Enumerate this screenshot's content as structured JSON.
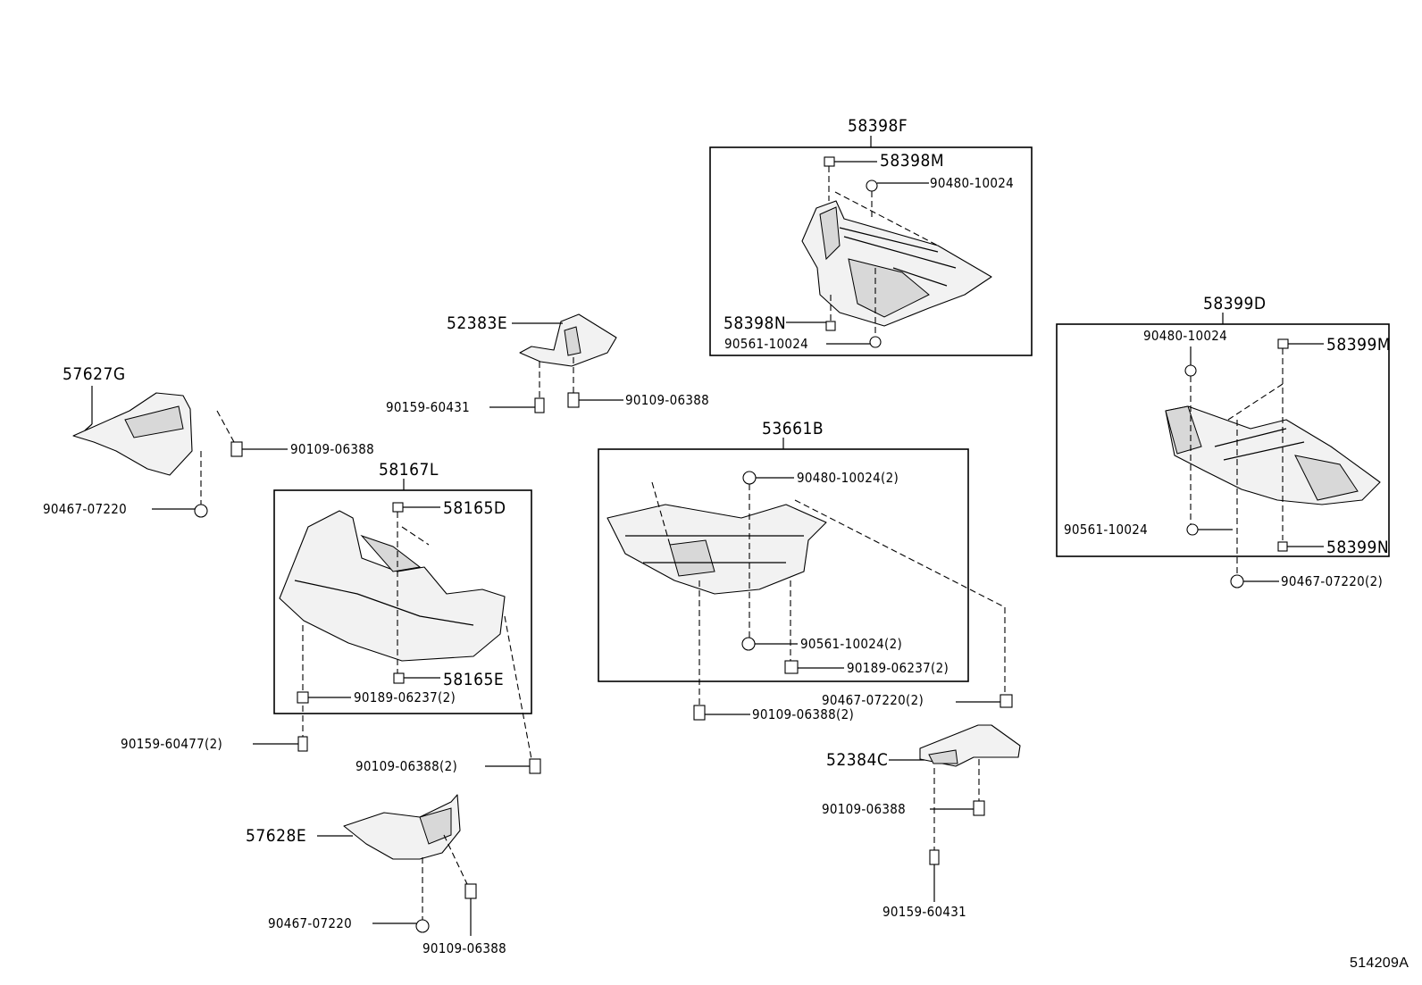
{
  "diagram": {
    "ref_code": "514209A",
    "labels": {
      "p58398F": "58398F",
      "p58398M": "58398M",
      "p90480_10024_a": "90480-10024",
      "p58398N": "58398N",
      "p90561_10024_a": "90561-10024",
      "p58399D": "58399D",
      "p90480_10024_b": "90480-10024",
      "p58399M": "58399M",
      "p90561_10024_b": "90561-10024",
      "p58399N": "58399N",
      "p90467_07220_2_a": "90467-07220(2)",
      "p52383E": "52383E",
      "p90159_60431_a": "90159-60431",
      "p90109_06388_a": "90109-06388",
      "p57627G": "57627G",
      "p90109_06388_b": "90109-06388",
      "p90467_07220_a": "90467-07220",
      "p58167L": "58167L",
      "p58165D": "58165D",
      "p58165E": "58165E",
      "p90189_06237_2_a": "90189-06237(2)",
      "p90159_60477_2": "90159-60477(2)",
      "p90109_06388_2_a": "90109-06388(2)",
      "p53661B": "53661B",
      "p90480_10024_2": "90480-10024(2)",
      "p90561_10024_2": "90561-10024(2)",
      "p90189_06237_2_b": "90189-06237(2)",
      "p90467_07220_2_b": "90467-07220(2)",
      "p90109_06388_2_b": "90109-06388(2)",
      "p52384C": "52384C",
      "p90109_06388_c": "90109-06388",
      "p90159_60431_b": "90159-60431",
      "p57628E": "57628E",
      "p90467_07220_b": "90467-07220",
      "p90109_06388_d": "90109-06388"
    }
  }
}
